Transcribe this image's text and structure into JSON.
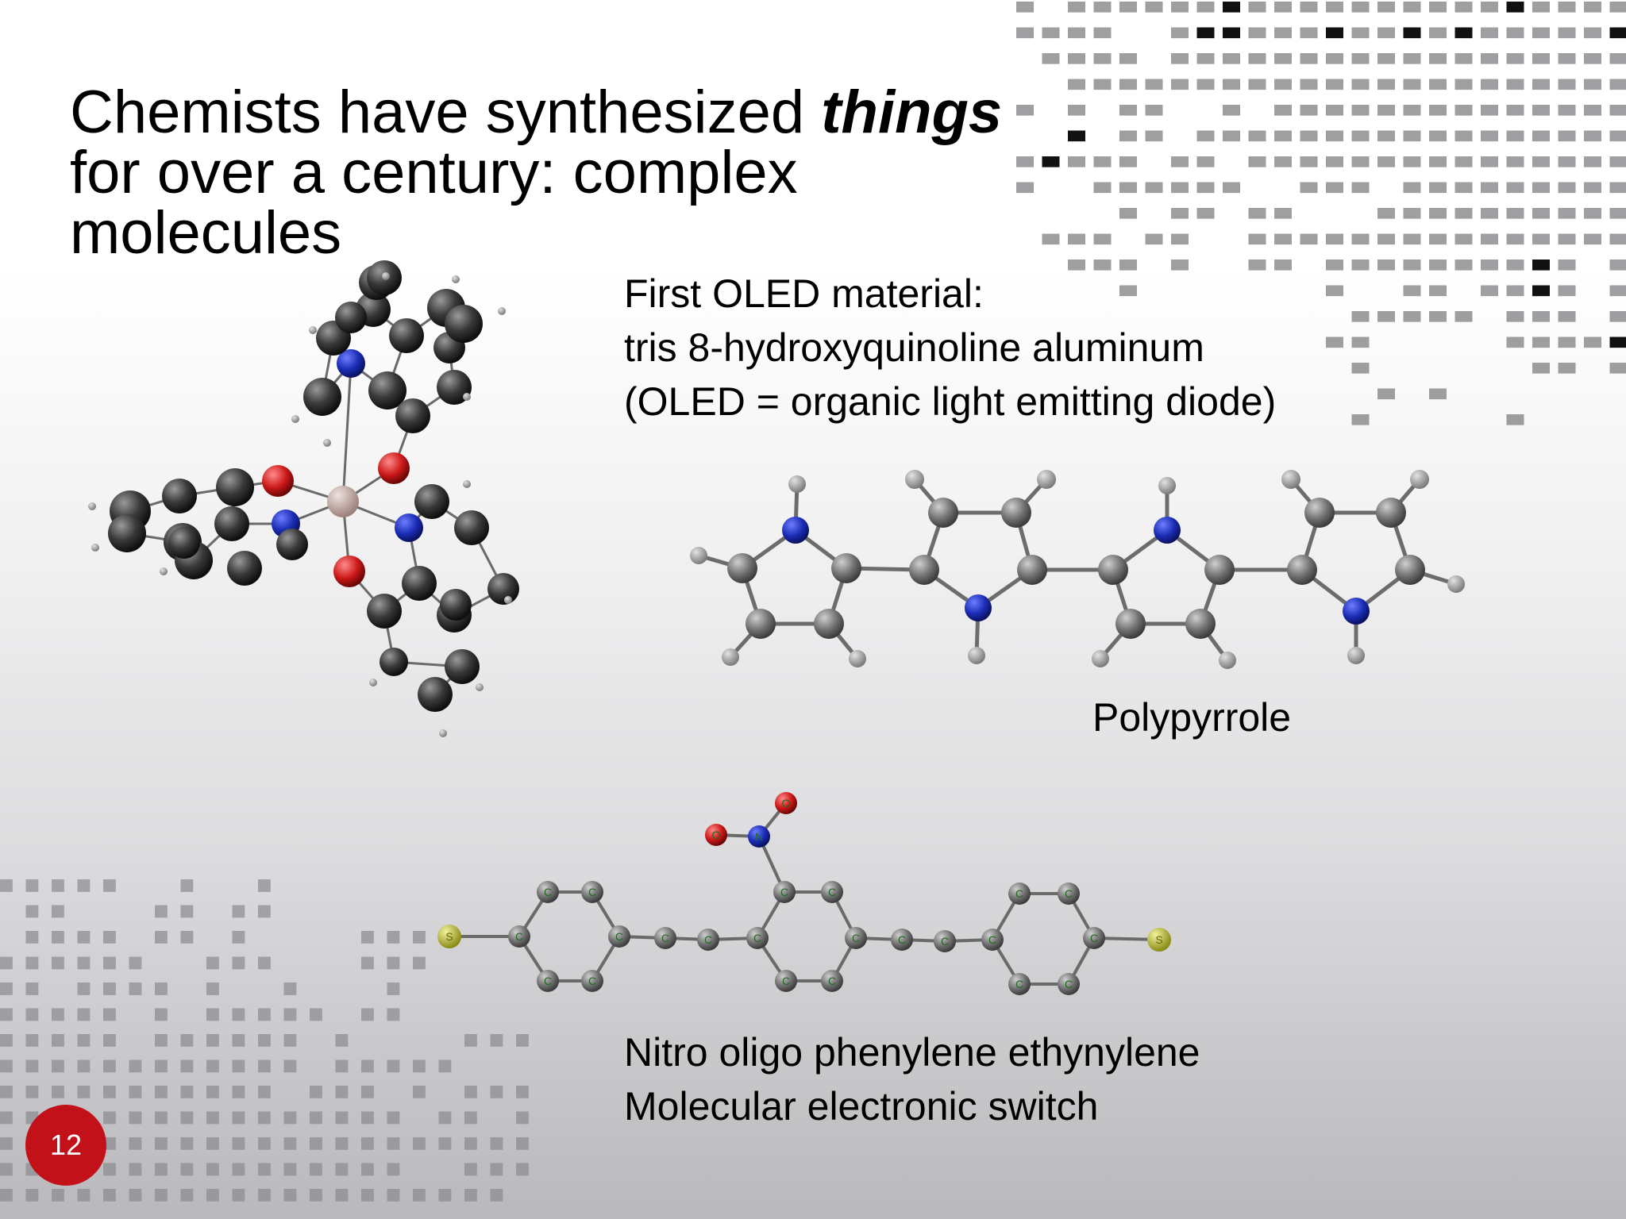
{
  "slide": {
    "title_pre": "Chemists have synthesized ",
    "title_emph": "things",
    "title_line2": "for over a century: complex",
    "title_line3": "molecules",
    "slide_number": "12"
  },
  "oled": {
    "line1": "First OLED material:",
    "line2": "tris 8-hydroxyquinoline aluminum",
    "line3": "(OLED = organic light emitting diode)"
  },
  "polypyrrole": {
    "caption": "Polypyrrole"
  },
  "nope": {
    "line1": "Nitro oligo phenylene ethynylene",
    "line2": "Molecular electronic switch",
    "label_c": "C",
    "label_s": "S",
    "label_n": "N",
    "label_o": "O"
  },
  "colors": {
    "carbon": "#555555",
    "hydrogen": "#9a9a9a",
    "nitrogen": "#1a2db5",
    "oxygen": "#cc1818",
    "aluminum": "#c4a8a4",
    "sulfur": "#c8c832",
    "accent": "#c3111a"
  }
}
